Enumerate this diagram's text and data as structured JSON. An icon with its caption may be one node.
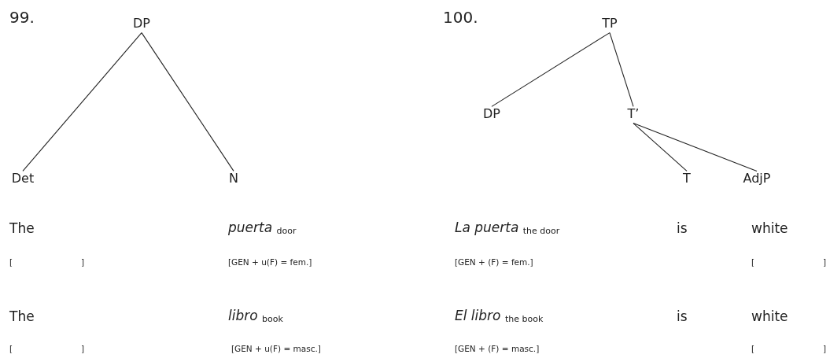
{
  "diagram": {
    "nodes": [
      {
        "text": [
          "DP"
        ]
      },
      {
        "text": [
          "Det"
        ]
      },
      {
        "text": [
          "N"
        ]
      },
      {
        "text": [
          "TP"
        ]
      },
      {
        "text": [
          "DP"
        ]
      },
      {
        "text": [
          "T’"
        ]
      },
      {
        "text": [
          "T"
        ]
      },
      {
        "text": [
          "AdjP"
        ]
      }
    ],
    "edges": [
      {
        "from": 0,
        "to": 1,
        "arrow": "none"
      },
      {
        "from": 0,
        "to": 2,
        "arrow": "none"
      },
      {
        "from": 3,
        "to": 4,
        "arrow": "none"
      },
      {
        "from": 3,
        "to": 5,
        "arrow": "none"
      },
      {
        "from": 5,
        "to": 6,
        "arrow": "none"
      },
      {
        "from": 5,
        "to": 7,
        "arrow": "none"
      }
    ],
    "labels": [
      "99.",
      "100.",
      "The",
      "*puerta* $_{door}$",
      "*La puerta* $_{the door}$",
      "is",
      "white",
      "[",
      "]",
      "[GEN + u(F) = fem.]",
      "[GEN + (F) = fem.]",
      "[",
      "]",
      "The",
      "*libro* $_{book}$",
      "*El libro* $_{the book}$",
      "is",
      "white",
      "[",
      "]",
      "[GEN + u(F) = masc.]",
      "[GEN + (F) = masc.]",
      "[",
      "]"
    ]
  }
}
